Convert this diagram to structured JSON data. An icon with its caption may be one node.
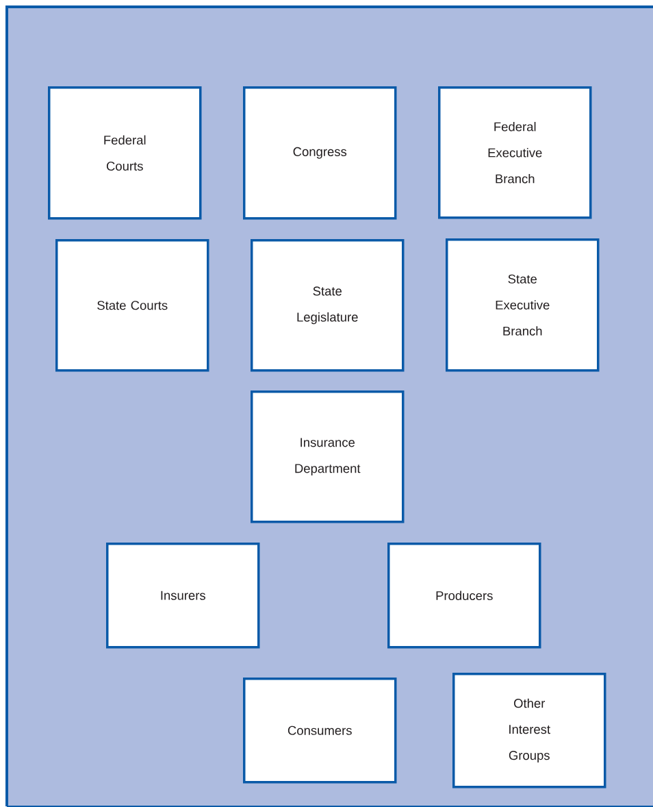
{
  "diagram": {
    "nodes": [
      {
        "text": [
          "Federal Courts"
        ]
      },
      {
        "text": [
          "Congress"
        ]
      },
      {
        "text": [
          "Federal Executive Branch"
        ]
      },
      {
        "text": [
          "State Courts"
        ]
      },
      {
        "text": [
          "State Legislature"
        ]
      },
      {
        "text": [
          "State Executive Branch"
        ]
      },
      {
        "text": [
          "Insurance Department"
        ]
      },
      {
        "text": [
          "Insurers"
        ]
      },
      {
        "text": [
          "Producers"
        ]
      },
      {
        "text": [
          "Consumers"
        ]
      },
      {
        "text": [
          "Other Interest Groups"
        ]
      }
    ]
  }
}
